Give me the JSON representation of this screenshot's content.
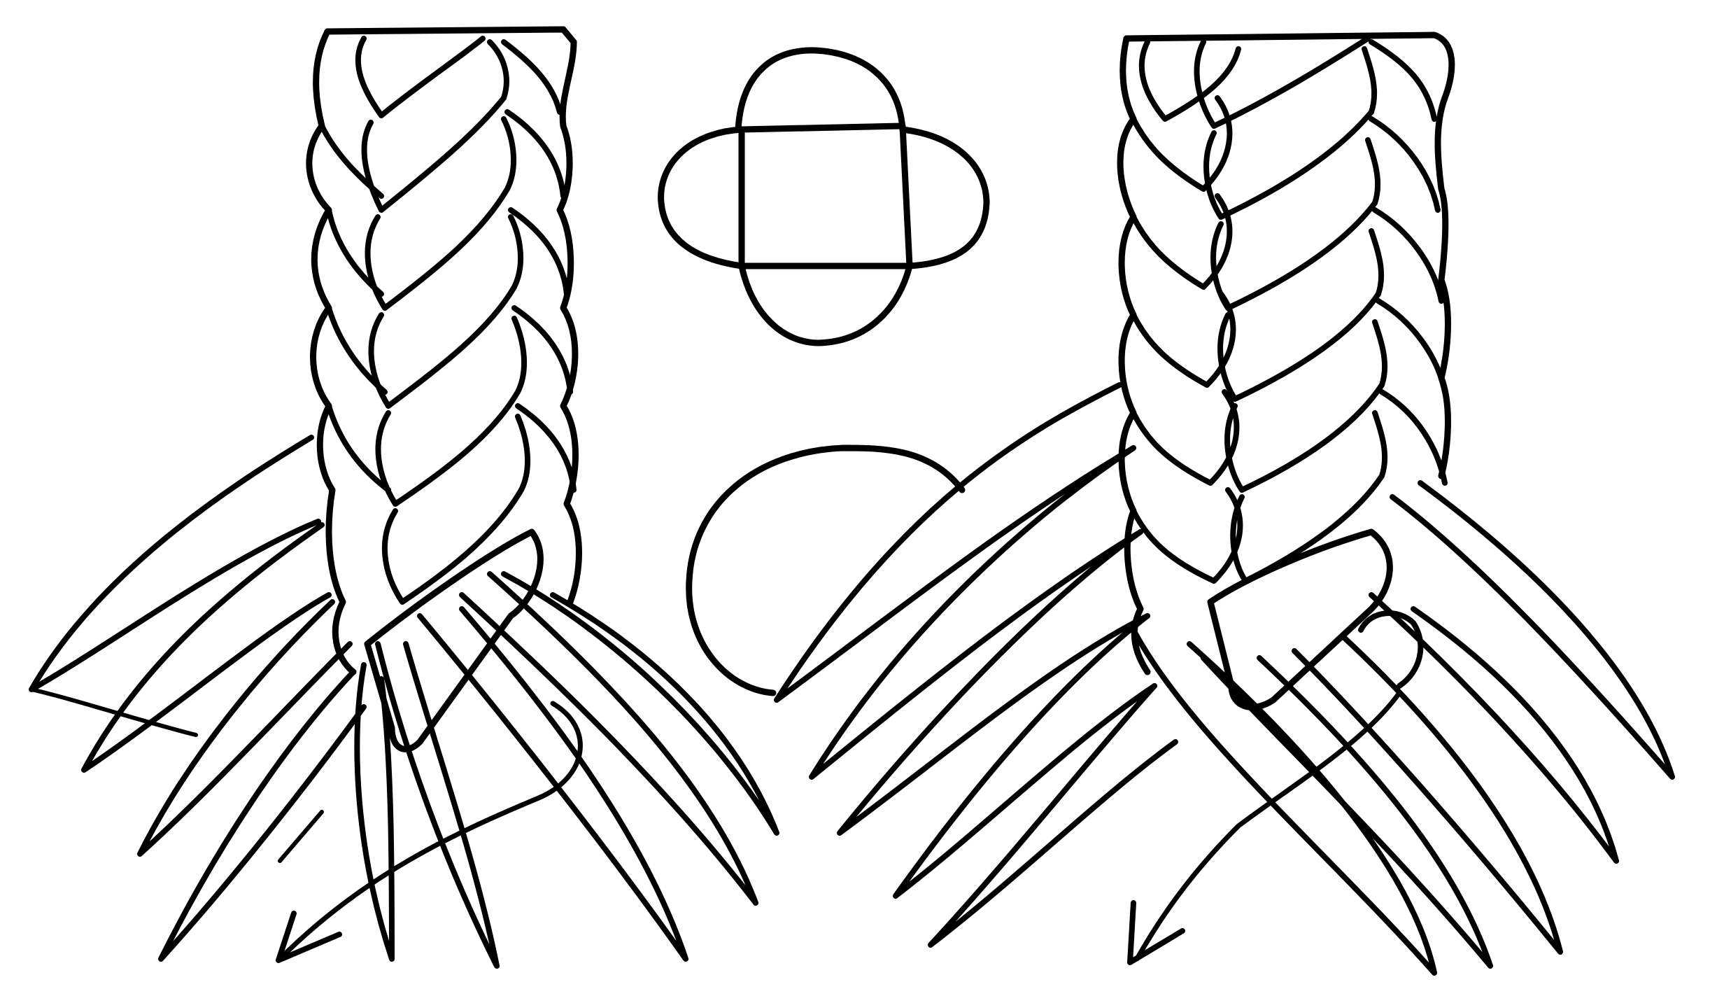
{
  "figure": {
    "description_text": "",
    "ink_color": "#000000",
    "background_color": "#ffffff",
    "panels": [
      {
        "id": "left-braid",
        "type": "braided-rope-crown-end",
        "strands_below": 8,
        "has_arrow": true
      },
      {
        "id": "cross-section-four-strand",
        "type": "cross-section",
        "shape": "four-lobed"
      },
      {
        "id": "cross-section-round",
        "type": "cross-section",
        "shape": "circle"
      },
      {
        "id": "right-braid",
        "type": "braided-rope-crown-end",
        "strands_below": 8,
        "has_arrow": true
      }
    ]
  }
}
